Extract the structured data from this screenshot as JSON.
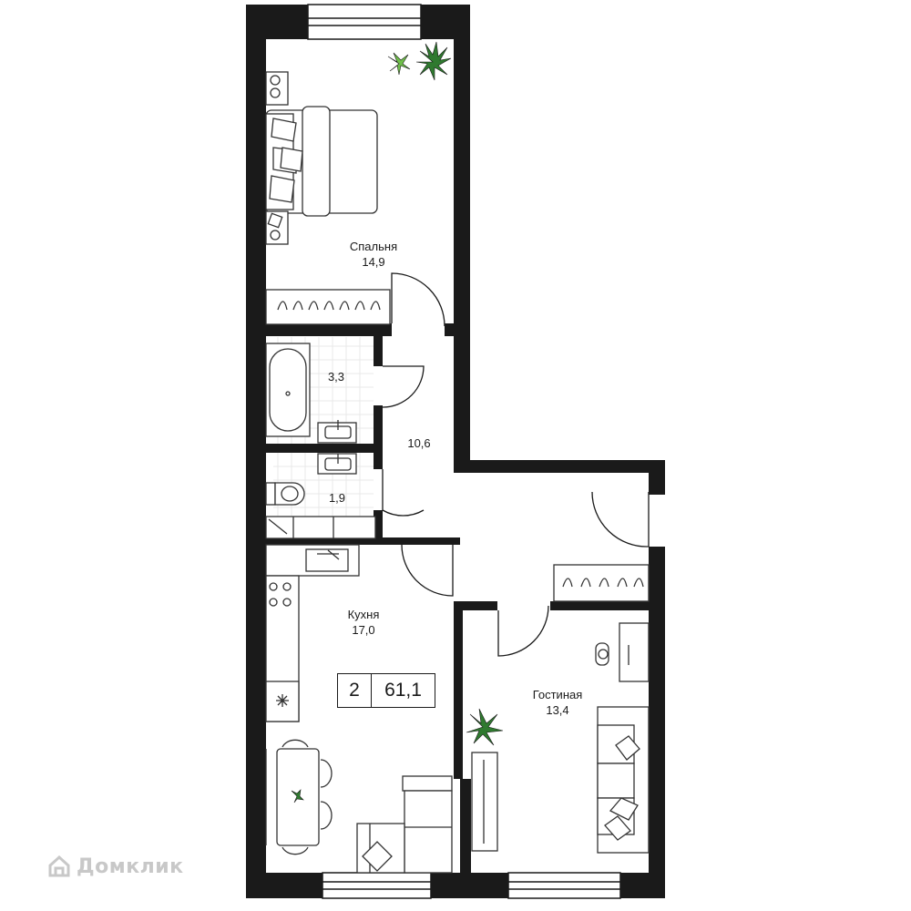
{
  "rooms": [
    {
      "id": "bedroom",
      "name": "Спальня",
      "area": "14,9"
    },
    {
      "id": "bathroom",
      "name": "",
      "area": "3,3"
    },
    {
      "id": "hallway",
      "name": "",
      "area": "10,6"
    },
    {
      "id": "toilet",
      "name": "",
      "area": "1,9"
    },
    {
      "id": "kitchen",
      "name": "Кухня",
      "area": "17,0"
    },
    {
      "id": "living",
      "name": "Гостиная",
      "area": "13,4"
    }
  ],
  "summary": {
    "rooms": "2",
    "total_area": "61,1"
  },
  "watermark": {
    "text": "Домклик",
    "icon": "house-logo-icon"
  },
  "colors": {
    "wall": "#1a1a1a",
    "line": "#333333",
    "tile": "#e6e6e6",
    "plant": "#2f7a2f",
    "plant_light": "#6fbf4a"
  }
}
